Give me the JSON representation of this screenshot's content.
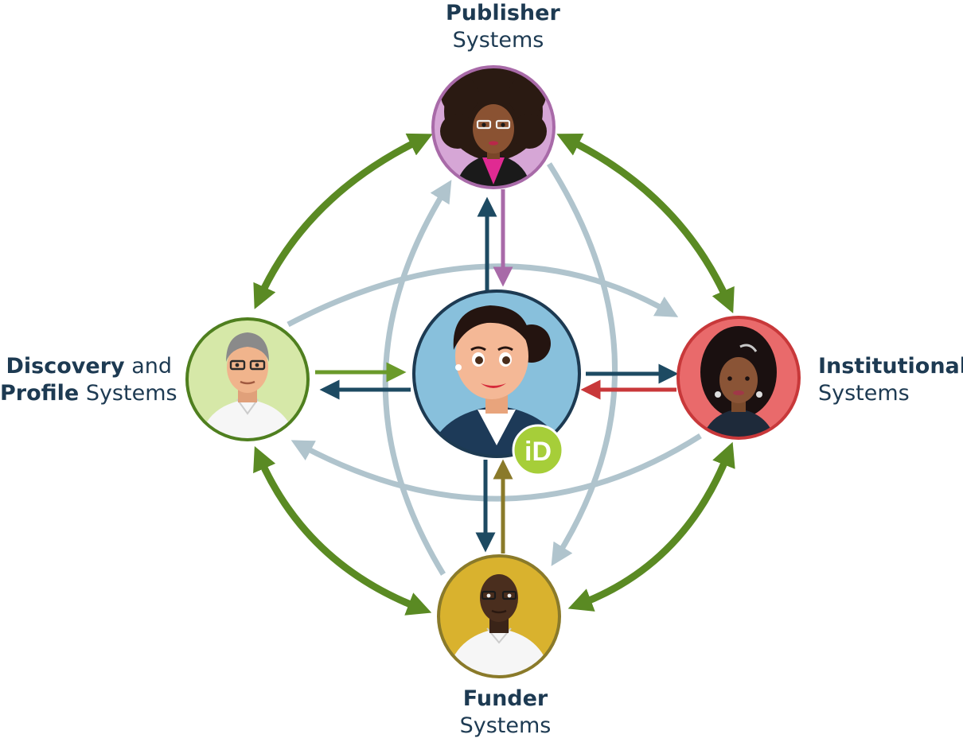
{
  "labels": {
    "publisher": {
      "bold": "Publisher",
      "rest": "Systems"
    },
    "funder": {
      "bold": "Funder",
      "rest": "Systems"
    },
    "institutional": {
      "bold": "Institutional",
      "rest": "Systems"
    },
    "discovery": {
      "bold1": "Discovery",
      "mid1": " and",
      "bold2": "Profile",
      "rest": " Systems"
    }
  },
  "badge": {
    "text": "iD",
    "color": "#a6ce39"
  },
  "colors": {
    "navy": "#1d4a62",
    "green_arrow": "#5a8a23",
    "light_arrow": "#b0c4cd",
    "publisher": "#d6a6d6",
    "institutional": "#e96a6b",
    "funder": "#d9b22e",
    "discovery": "#d6e8a8",
    "researcher": "#88c0dc"
  }
}
